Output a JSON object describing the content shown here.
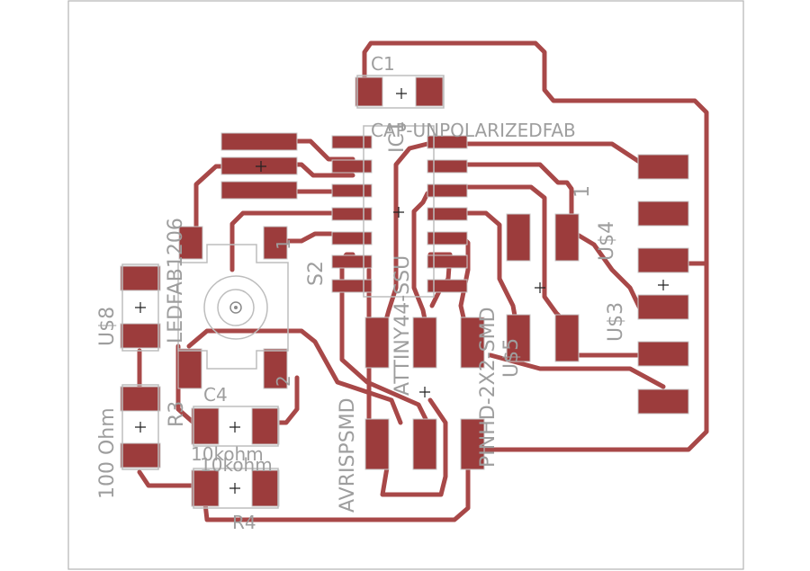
{
  "colors": {
    "background": "#ffffff",
    "board_outline": "#b4b4b4",
    "copper_trace": "#a84848",
    "pad": "#9c3c3c",
    "silkscreen_text": "#9e9e9e"
  },
  "labels": {
    "c1": "C1",
    "cap_unpolarized": "CAP-UNPOLARIZEDFAB",
    "attiny": "ATTINY44-SSU",
    "ic1": "IC1",
    "pinhd": "PINHD-2X2-SMD",
    "u3": "U$3",
    "u4": "U$4",
    "ledfab": "LEDFAB1206",
    "s2": "S2",
    "avrisp": "AVRISPSMD",
    "u8": "U$8",
    "r3": "R3",
    "c4": "C4",
    "ohm100": "100 Ohm",
    "kohm10": "10kohm",
    "kohm10_b": "10kohm",
    "r4": "R4",
    "one": "1",
    "two": "2"
  }
}
